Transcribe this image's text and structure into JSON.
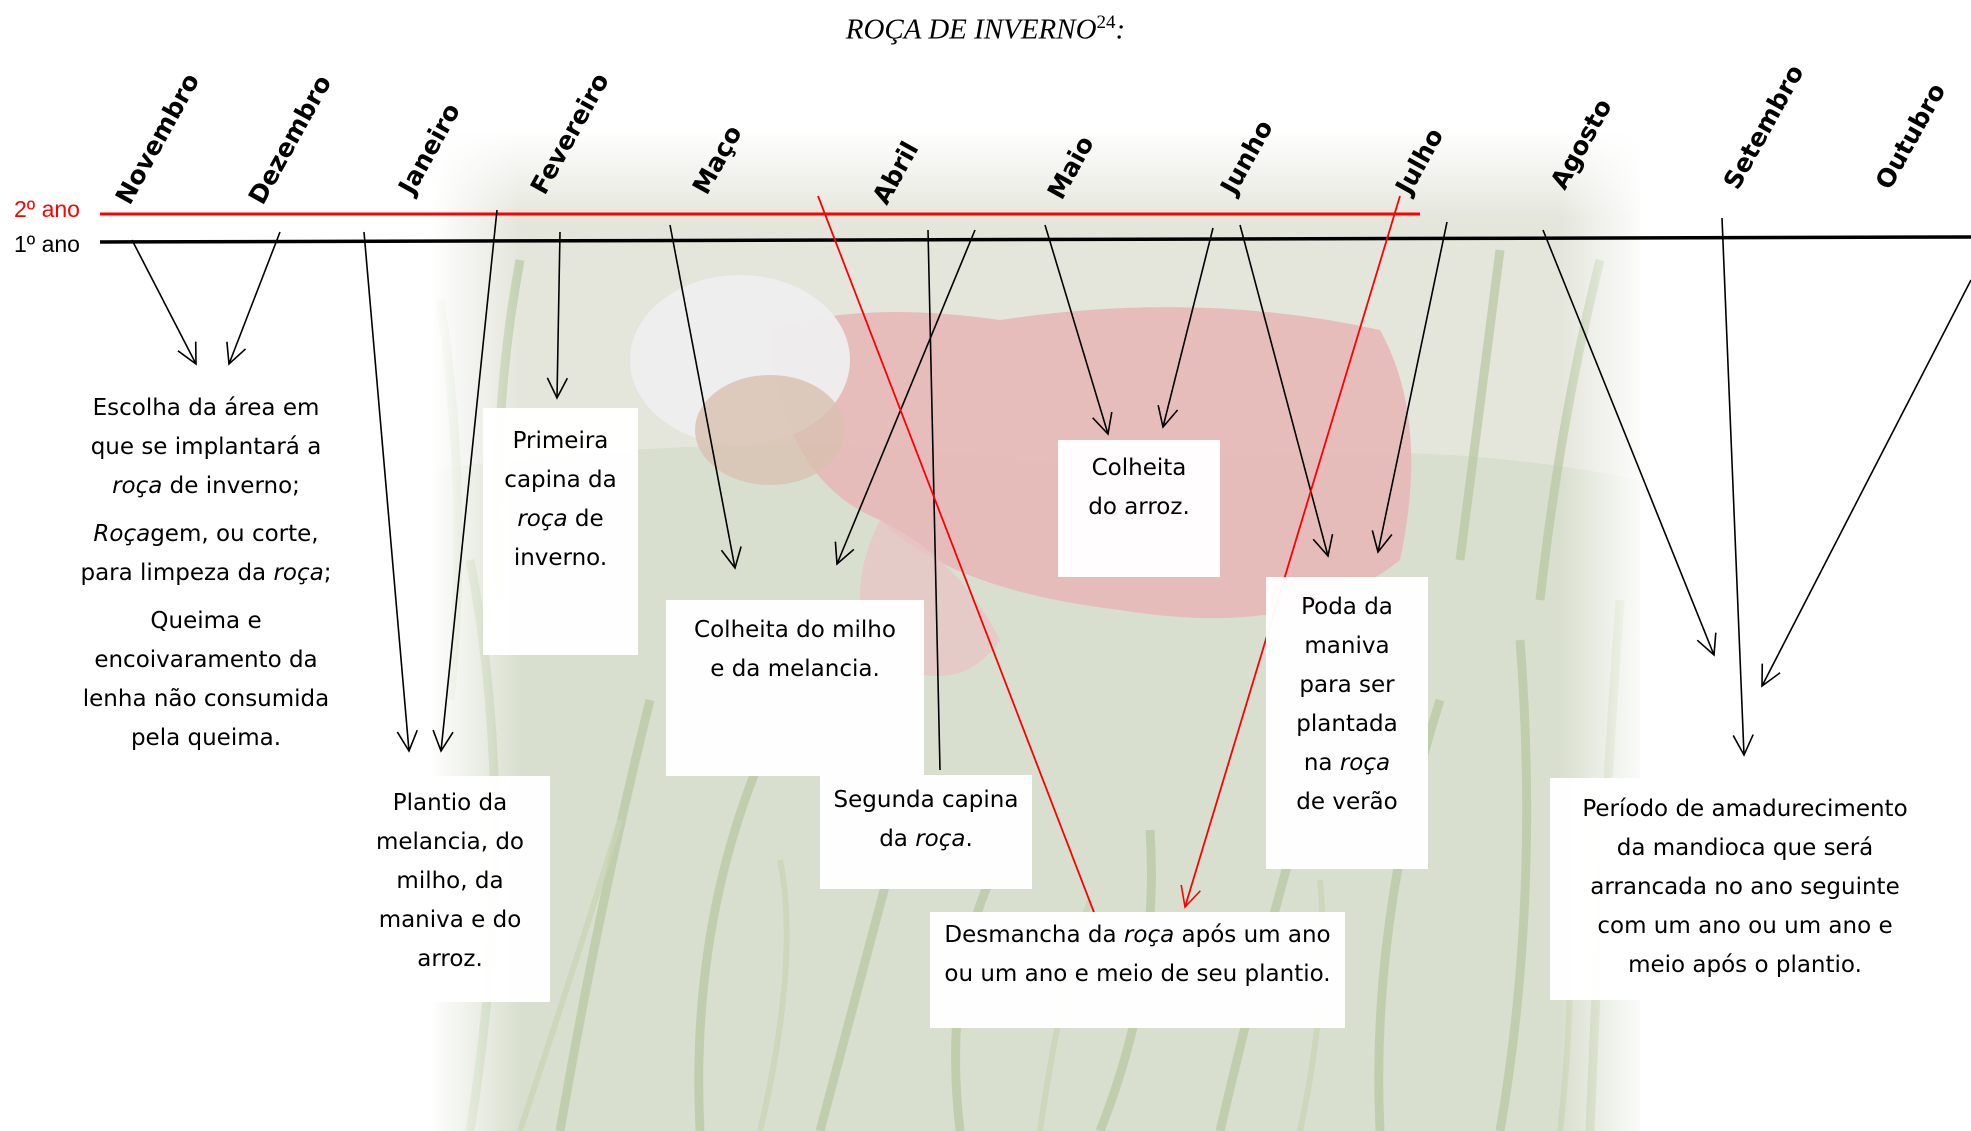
{
  "title": "ROÇA DE INVERNO",
  "title_footnote": "24",
  "title_suffix": ":",
  "years": {
    "second": "2º ano",
    "first": "1º ano"
  },
  "months": [
    "Novembro",
    "Dezembro",
    "Janeiro",
    "Fevereiro",
    "Maço",
    "Abril",
    "Maio",
    "Junho",
    "Julho",
    "Agosto",
    "Setembro",
    "Outubro"
  ],
  "colors": {
    "year1_line": "#000000",
    "year2_line": "#ff0000",
    "year2_label": "#ff0000"
  },
  "boxes": {
    "escolha": {
      "p1_l1": "Escolha da área em",
      "p1_l2": "que se implantará a",
      "p1_l3_i": "roça",
      "p1_l3_r": " de inverno;",
      "p2_l1_i": "Roça",
      "p2_l1_r": "gem, ou corte,",
      "p2_l2_a": "para limpeza da ",
      "p2_l2_i": "roça",
      "p2_l2_r": ";",
      "p3_l1": "Queima e",
      "p3_l2": "encoivaramento da",
      "p3_l3": "lenha não consumida",
      "p3_l4": "pela queima."
    },
    "primeira": {
      "l1": "Primeira",
      "l2": "capina da",
      "l3_i": "roça",
      "l3_r": " de",
      "l4": "inverno."
    },
    "plantio": {
      "l1": "Plantio da",
      "l2": "melancia, do",
      "l3": "milho, da",
      "l4": "maniva e do",
      "l5": "arroz."
    },
    "colheita_milho": {
      "l1": "Colheita do milho",
      "l2": "e da melancia."
    },
    "segunda": {
      "l1": "Segunda capina",
      "l2_a": "da ",
      "l2_i": "roça",
      "l2_r": "."
    },
    "colheita_arroz": {
      "l1": "Colheita",
      "l2": "do arroz."
    },
    "poda": {
      "l1": "Poda da",
      "l2": "maniva",
      "l3": "para ser",
      "l4": "plantada",
      "l5_a": "na ",
      "l5_i": "roça",
      "l6": "de verão"
    },
    "desmancha": {
      "l1_a": "Desmancha da ",
      "l1_i": "roça",
      "l1_r": " após um ano",
      "l2": "ou um ano e meio de seu plantio."
    },
    "periodo": {
      "l1": "Período de amadurecimento",
      "l2": "da mandioca que será",
      "l3": "arrancada no ano seguinte",
      "l4": "com um ano ou um ano e",
      "l5": "meio após o plantio."
    }
  }
}
